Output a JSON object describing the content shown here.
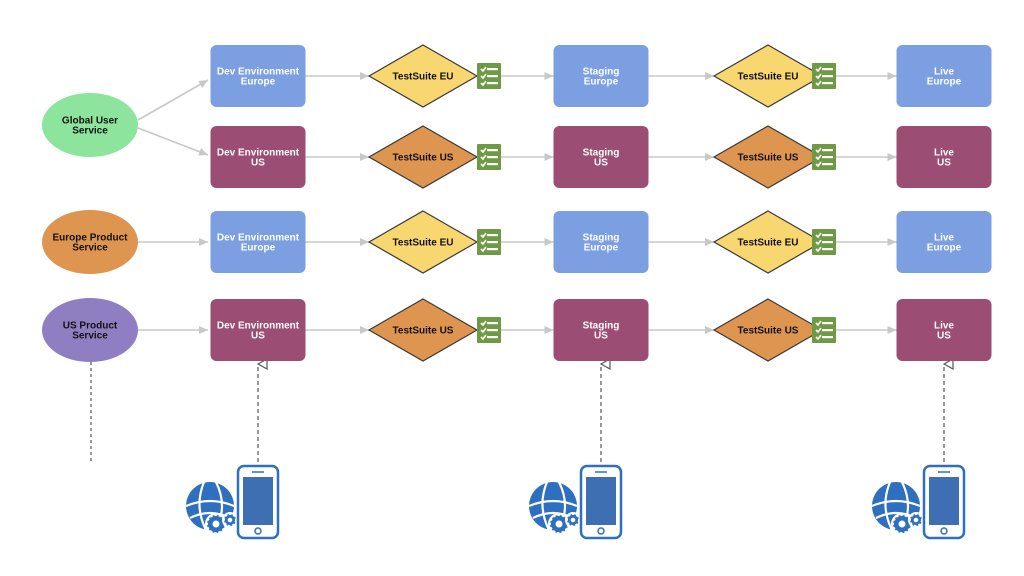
{
  "colors": {
    "blue_box": "#7b9fe0",
    "purple_box": "#9b4d74",
    "yellow_diamond": "#f8d670",
    "orange_diamond": "#de9550",
    "service_green": "#8de49c",
    "service_orange": "#de9550",
    "service_purple": "#8f7fc2",
    "checklist_green": "#6f9a45",
    "arrow_gray": "#c8c8c8",
    "dashed_gray": "#555555",
    "icon_blue": "#2f6fbf"
  },
  "services": [
    {
      "id": "global",
      "label": [
        "Global User",
        "Service"
      ],
      "color": "service_green",
      "text": "dark"
    },
    {
      "id": "europe",
      "label": [
        "Europe Product",
        "Service"
      ],
      "color": "service_orange",
      "text": "dark"
    },
    {
      "id": "us",
      "label": [
        "US Product",
        "Service"
      ],
      "color": "service_purple",
      "text": "dark"
    }
  ],
  "pipelines": [
    {
      "row": 0,
      "region": "eu",
      "dev": [
        "Dev Environment",
        "Europe"
      ],
      "test1": "TestSuite EU",
      "staging": [
        "Staging",
        "Europe"
      ],
      "test2": "TestSuite EU",
      "live": [
        "Live",
        "Europe"
      ]
    },
    {
      "row": 1,
      "region": "us",
      "dev": [
        "Dev Environment",
        "US"
      ],
      "test1": "TestSuite US",
      "staging": [
        "Staging",
        "US"
      ],
      "test2": "TestSuite US",
      "live": [
        "Live",
        "US"
      ]
    },
    {
      "row": 2,
      "region": "eu",
      "dev": [
        "Dev Environment",
        "Europe"
      ],
      "test1": "TestSuite EU",
      "staging": [
        "Staging",
        "Europe"
      ],
      "test2": "TestSuite EU",
      "live": [
        "Live",
        "Europe"
      ]
    },
    {
      "row": 3,
      "region": "us",
      "dev": [
        "Dev Environment",
        "US"
      ],
      "test1": "TestSuite US",
      "staging": [
        "Staging",
        "US"
      ],
      "test2": "TestSuite US",
      "live": [
        "Live",
        "US"
      ]
    }
  ],
  "device_clients": [
    {
      "target": "dev",
      "icons": [
        "globe-gear-icon",
        "mobile-phone-icon"
      ]
    },
    {
      "target": "staging",
      "icons": [
        "globe-gear-icon",
        "mobile-phone-icon"
      ]
    },
    {
      "target": "live",
      "icons": [
        "globe-gear-icon",
        "mobile-phone-icon"
      ]
    }
  ]
}
